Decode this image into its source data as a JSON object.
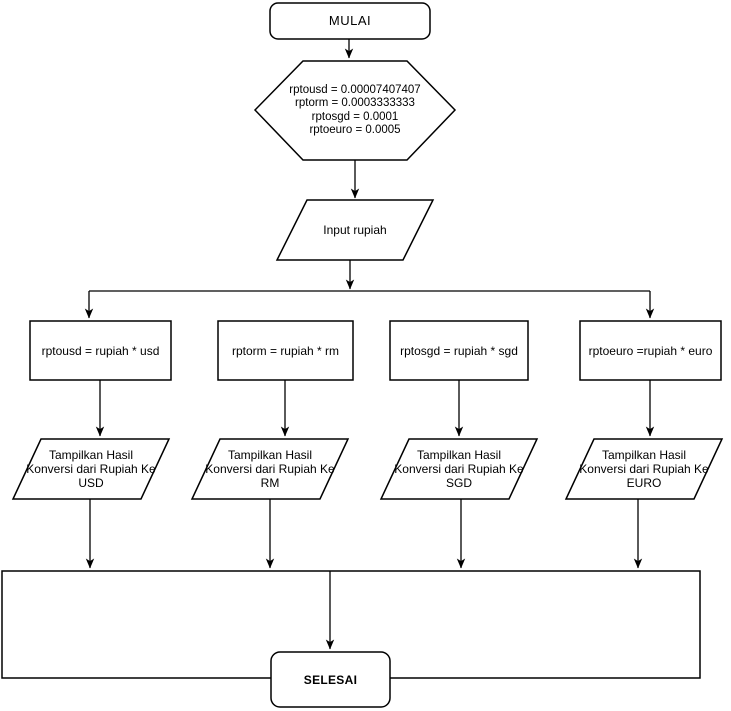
{
  "diagram": {
    "kind": "flowchart",
    "colors": {
      "stroke": "#000000",
      "fill": "#ffffff",
      "text": "#000000"
    },
    "nodes": {
      "start": {
        "label": "MULAI",
        "shape": "rounded-rectangle"
      },
      "rates": {
        "shape": "hexagon",
        "lines": [
          "rptousd = 0.00007407407",
          "rptorm = 0.0003333333",
          "rptosgd = 0.0001",
          "rptoeuro = 0.0005"
        ]
      },
      "input": {
        "label": "Input rupiah",
        "shape": "parallelogram"
      },
      "proc_usd": {
        "label": "rptousd = rupiah * usd",
        "shape": "rectangle"
      },
      "proc_rm": {
        "label": "rptorm = rupiah * rm",
        "shape": "rectangle"
      },
      "proc_sgd": {
        "label": "rptosgd = rupiah * sgd",
        "shape": "rectangle"
      },
      "proc_euro": {
        "label": "rptoeuro =rupiah * euro",
        "shape": "rectangle"
      },
      "out_usd": {
        "label": "Tampilkan Hasil Konversi dari Rupiah Ke USD",
        "shape": "parallelogram"
      },
      "out_rm": {
        "label": "Tampilkan Hasil Konversi dari Rupiah Ke RM",
        "shape": "parallelogram"
      },
      "out_sgd": {
        "label": "Tampilkan Hasil Konversi dari Rupiah Ke SGD",
        "shape": "parallelogram"
      },
      "out_euro": {
        "label": "Tampilkan Hasil Konversi dari Rupiah Ke EURO",
        "shape": "parallelogram"
      },
      "collector": {
        "label": "",
        "shape": "rectangle"
      },
      "end": {
        "label": "SELESAI",
        "shape": "rounded-rectangle"
      }
    }
  }
}
